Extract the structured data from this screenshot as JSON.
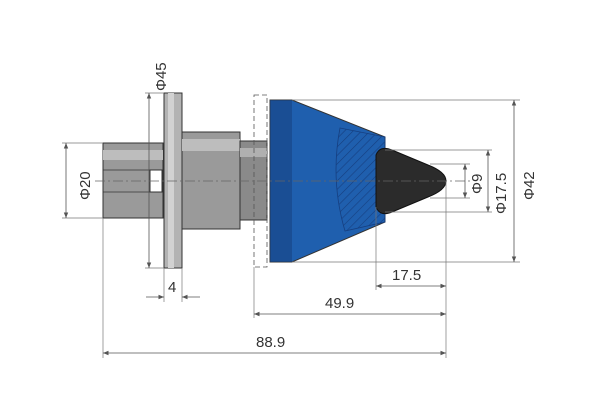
{
  "colors": {
    "steel": "#9a9a9a",
    "steel_light": "#bdbdbd",
    "steel_dark": "#6f6f6f",
    "body_blue": "#1f5fae",
    "body_blue_dark": "#163f80",
    "carbide": "#2b2b2b",
    "dimension": "#555555"
  },
  "dimensions": {
    "flange_diameter": "Φ45",
    "shank_diameter": "Φ20",
    "flange_thickness": "4",
    "body_diameter": "Φ42",
    "seat_diameter": "Φ17.5",
    "tip_diameter": "Φ9",
    "tip_length": "17.5",
    "head_length": "49.9",
    "overall_length": "88.9"
  }
}
